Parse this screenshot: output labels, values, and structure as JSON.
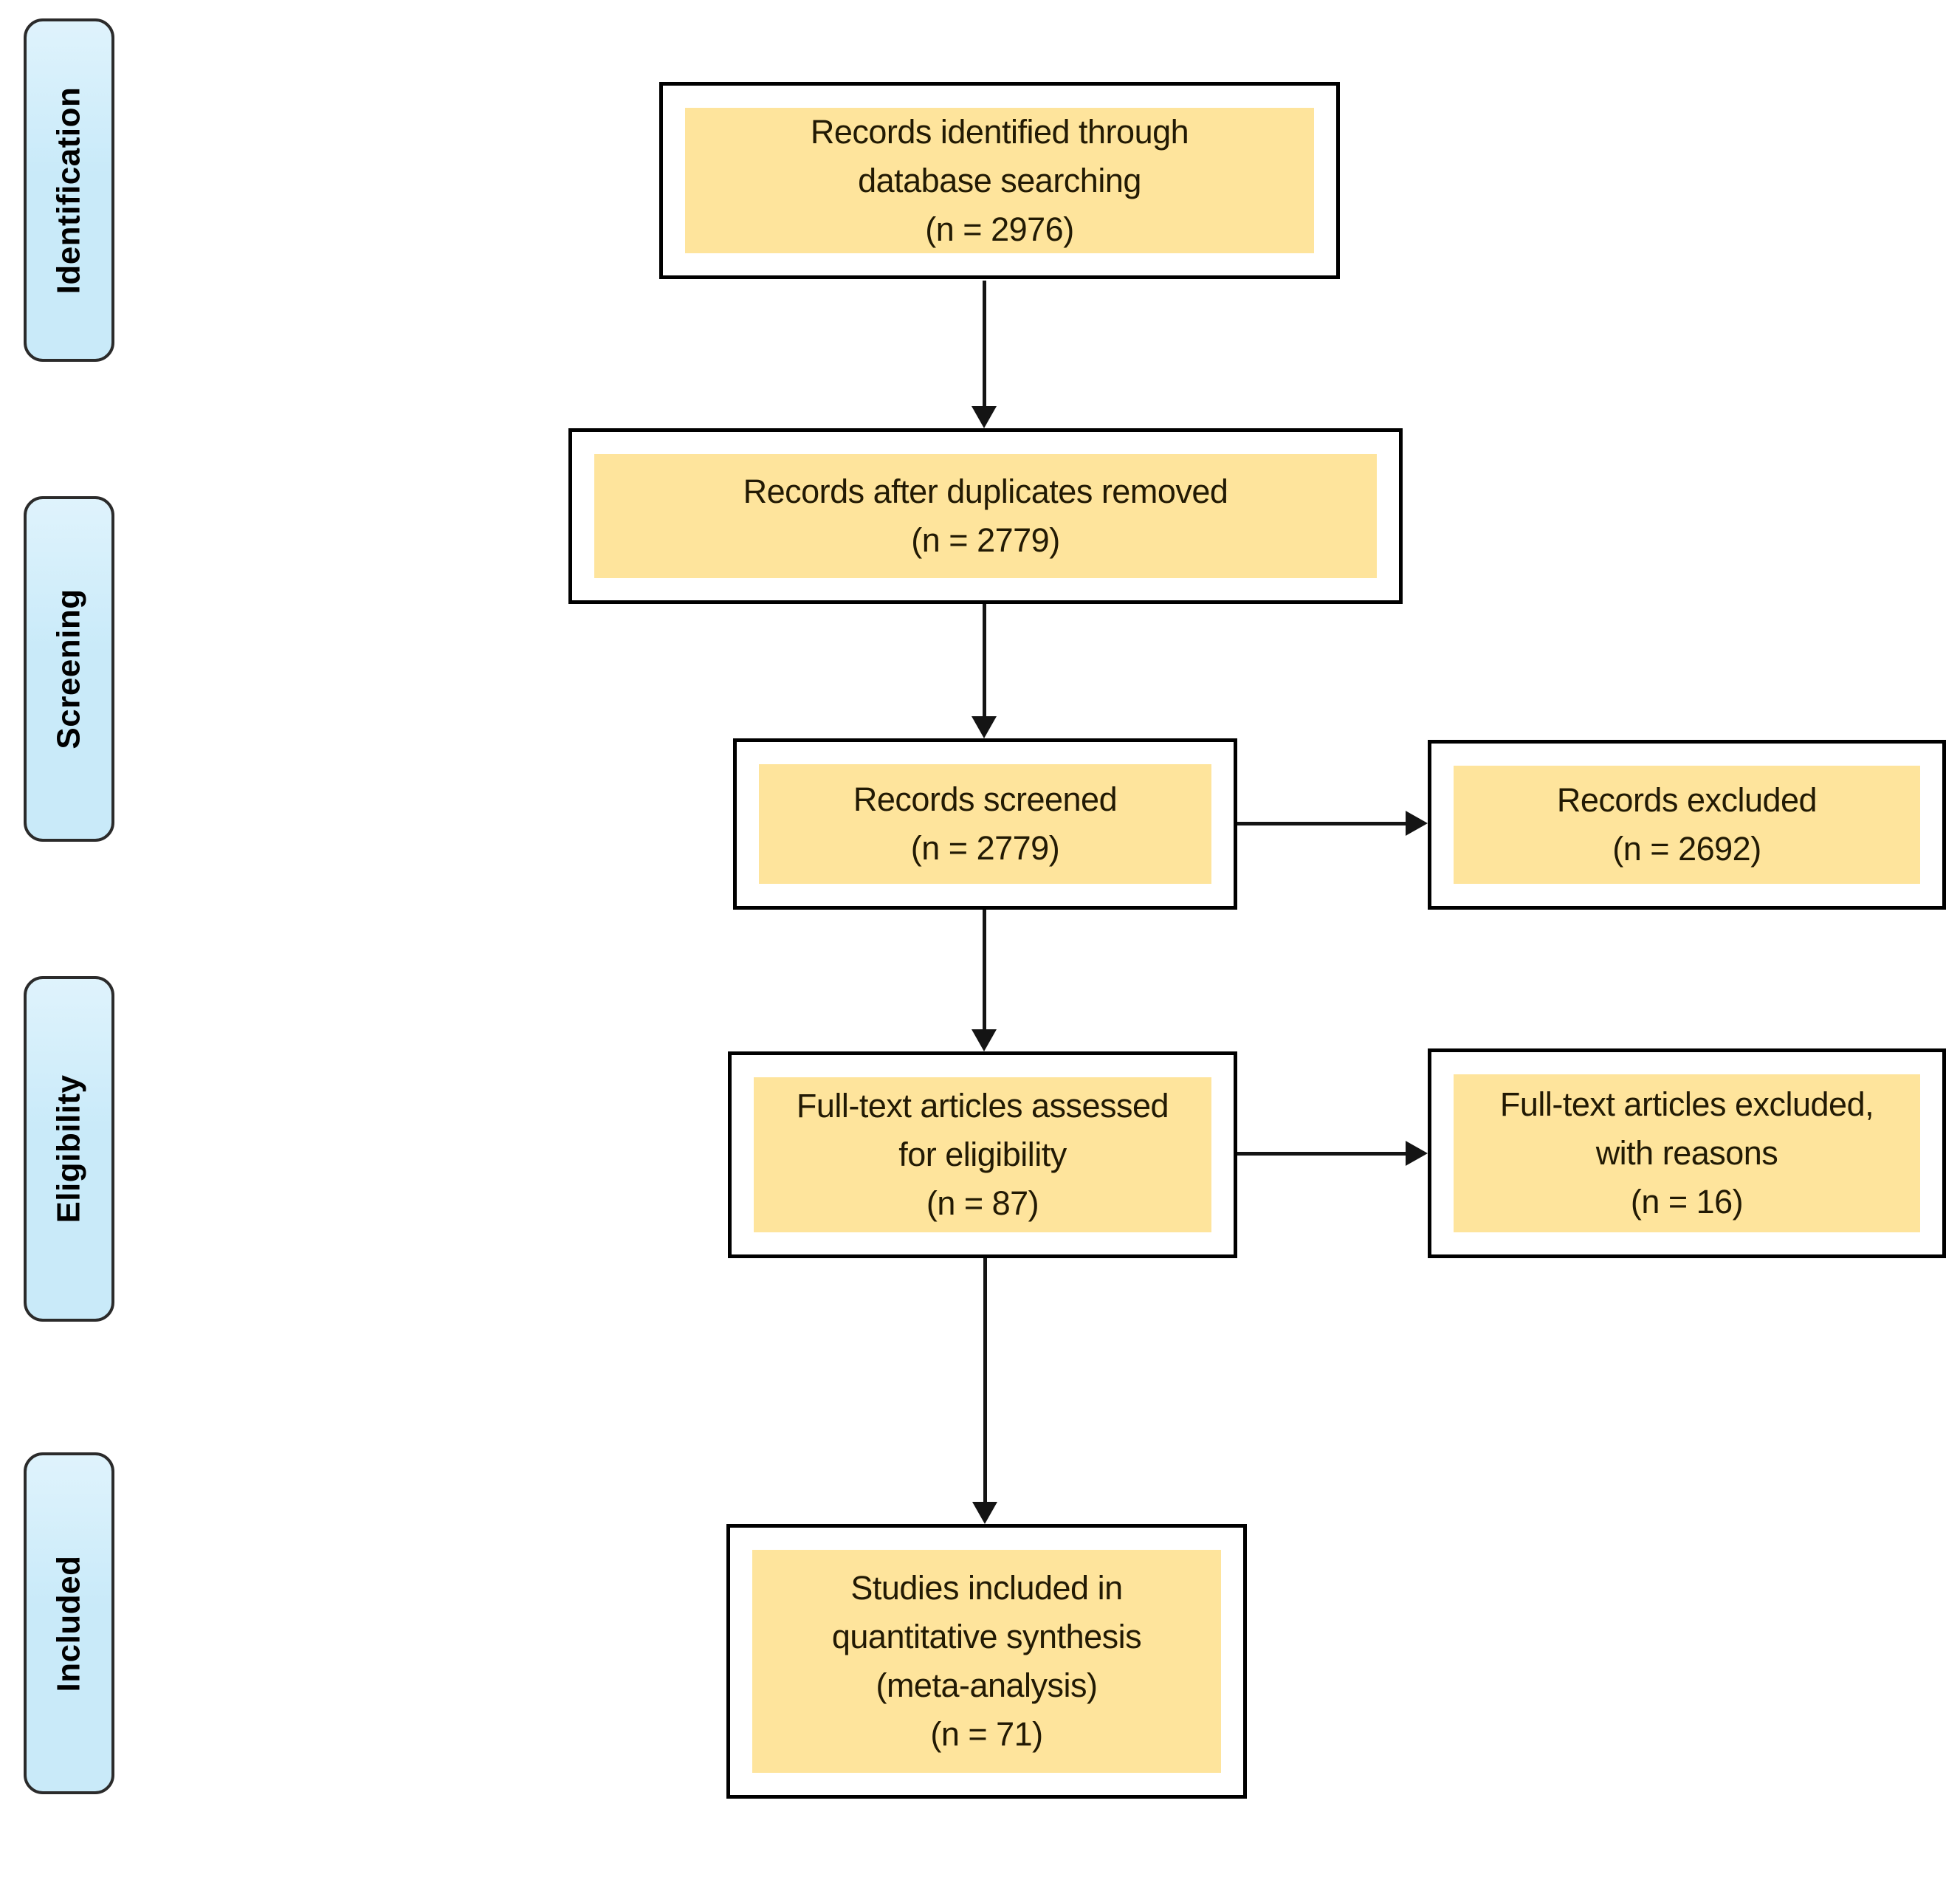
{
  "diagram": {
    "type": "flowchart",
    "name": "prisma-flow-diagram",
    "stages": [
      {
        "id": "identification",
        "label": "Identification"
      },
      {
        "id": "screening",
        "label": "Screening"
      },
      {
        "id": "eligibility",
        "label": "Eligibility"
      },
      {
        "id": "included",
        "label": "Included"
      }
    ],
    "nodes": {
      "identified": {
        "lines": [
          "Records identified through",
          "database searching",
          "(n = 2976)"
        ],
        "n": 2976
      },
      "deduplicated": {
        "lines": [
          "Records after duplicates removed",
          "(n = 2779)"
        ],
        "n": 2779
      },
      "screened": {
        "lines": [
          "Records screened",
          "(n = 2779)"
        ],
        "n": 2779
      },
      "records_excluded": {
        "lines": [
          "Records excluded",
          "(n = 2692)"
        ],
        "n": 2692
      },
      "fulltext_assessed": {
        "lines": [
          "Full-text articles assessed",
          "for eligibility",
          "(n = 87)"
        ],
        "n": 87
      },
      "fulltext_excluded": {
        "lines": [
          "Full-text articles excluded,",
          "with reasons",
          "(n = 16)"
        ],
        "n": 16
      },
      "included_studies": {
        "lines": [
          "Studies included in",
          "quantitative synthesis",
          "(meta-analysis)",
          "(n = 71)"
        ],
        "n": 71
      }
    },
    "edges": [
      {
        "from": "identified",
        "to": "deduplicated",
        "direction": "down"
      },
      {
        "from": "deduplicated",
        "to": "screened",
        "direction": "down"
      },
      {
        "from": "screened",
        "to": "records_excluded",
        "direction": "right"
      },
      {
        "from": "screened",
        "to": "fulltext_assessed",
        "direction": "down"
      },
      {
        "from": "fulltext_assessed",
        "to": "fulltext_excluded",
        "direction": "right"
      },
      {
        "from": "fulltext_assessed",
        "to": "included_studies",
        "direction": "down"
      }
    ]
  },
  "colors": {
    "highlight": "#FEE49C",
    "stage_fill": "#C9EAF9",
    "stage_fill_light": "#DFF3FC",
    "stage_border": "#2B2B2B",
    "box_border": "#000000",
    "box_text": "#221A04",
    "arrow": "#141414"
  }
}
